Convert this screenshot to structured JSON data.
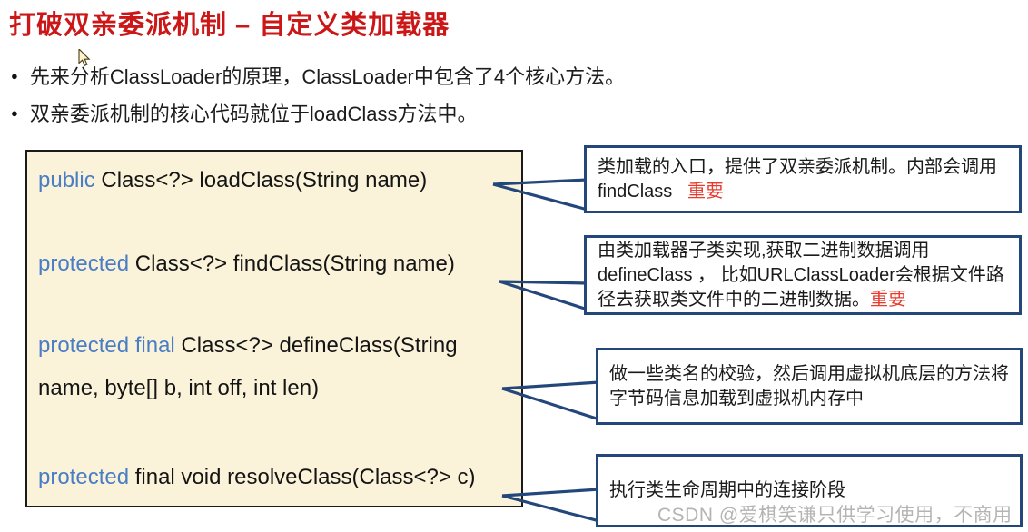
{
  "title": "打破双亲委派机制 – 自定义类加载器",
  "bullets": [
    "先来分析ClassLoader的原理，ClassLoader中包含了4个核心方法。",
    "双亲委派机制的核心代码就位于loadClass方法中。"
  ],
  "code_box": {
    "lines": [
      {
        "segments": [
          {
            "text": "public ",
            "type": "keyword"
          },
          {
            "text": "Class<?> loadClass(String name)",
            "type": "plain"
          }
        ]
      },
      {
        "segments": [
          {
            "text": "protected ",
            "type": "keyword"
          },
          {
            "text": "Class<?> findClass(String name)",
            "type": "plain"
          }
        ]
      },
      {
        "segments": [
          {
            "text": "protected final ",
            "type": "keyword"
          },
          {
            "text": "Class<?> defineClass(String name, byte[] b, int off, int len)",
            "type": "plain"
          }
        ]
      },
      {
        "segments": [
          {
            "text": "protected ",
            "type": "keyword"
          },
          {
            "text": "final void resolveClass(Class<?> c)",
            "type": "plain"
          }
        ]
      }
    ]
  },
  "callouts": [
    {
      "lines": [
        {
          "text": "类加载的入口，提供了双亲委派机制。内部会调用"
        },
        {
          "text": "findClass   ",
          "important": "重要"
        }
      ]
    },
    {
      "lines": [
        {
          "text": "由类加载器子类实现,获取二进制数据调用"
        },
        {
          "text": "defineClass ， 比如URLClassLoader会根据文件路"
        },
        {
          "text": "径去获取类文件中的二进制数据。",
          "important": "重要"
        }
      ]
    },
    {
      "lines": [
        {
          "text": "做一些类名的校验，然后调用虚拟机底层的方法将"
        },
        {
          "text": "字节码信息加载到虚拟机内存中"
        }
      ]
    },
    {
      "lines": [
        {
          "text": "执行类生命周期中的连接阶段"
        }
      ]
    }
  ],
  "watermark": "CSDN @爱棋笑谦只供学习使用，不商用",
  "colors": {
    "title_red": "#cb1717",
    "keyword_blue": "#4a7dc4",
    "important_red": "#e8392b",
    "callout_border": "#24477b",
    "code_box_bg": "#faf3da",
    "watermark_gray": "#b4b4b4"
  }
}
